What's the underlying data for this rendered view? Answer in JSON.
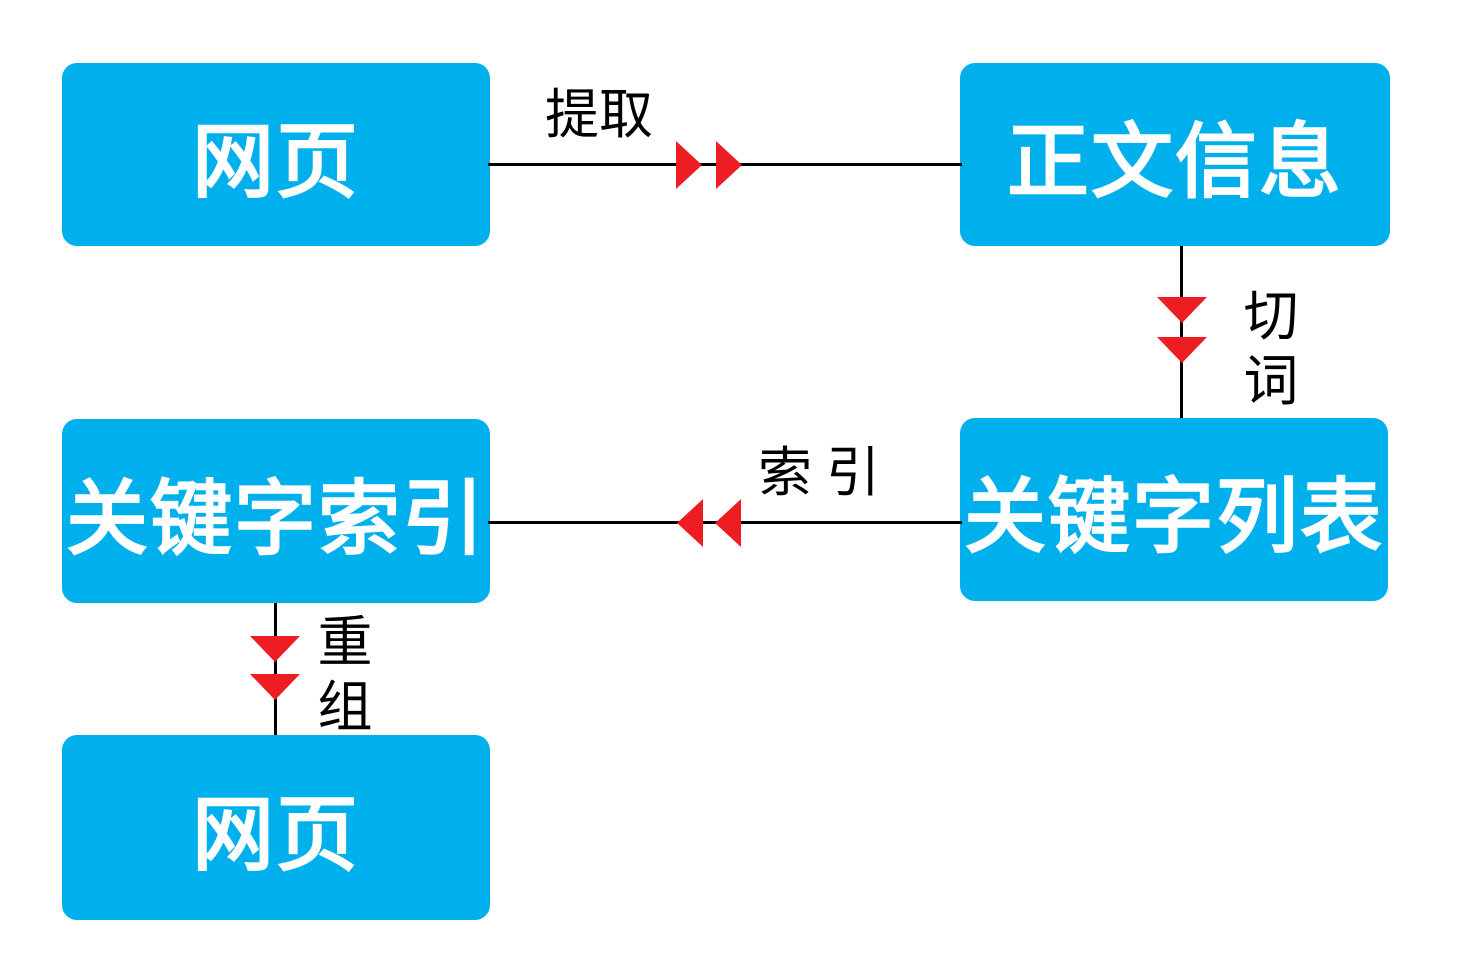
{
  "colors": {
    "background": "#ffffff",
    "node_fill": "#00b0ec",
    "node_text": "#ffffff",
    "arrow": "#ee1c23",
    "line": "#000000"
  },
  "diagram": {
    "description": "Search engine keyword indexing flow",
    "nodes": {
      "webpage_top": {
        "label": "网页"
      },
      "body_info": {
        "label": "正文信息"
      },
      "keyword_list": {
        "label": "关键字列表"
      },
      "keyword_index": {
        "label": "关键字索引"
      },
      "webpage_bottom": {
        "label": "网页"
      }
    },
    "edges": {
      "extract": {
        "label": "提取",
        "from": "网页",
        "to": "正文信息",
        "direction": "right"
      },
      "segment": {
        "label": "切词",
        "from": "正文信息",
        "to": "关键字列表",
        "direction": "down"
      },
      "index": {
        "label": "索引",
        "from": "关键字列表",
        "to": "关键字索引",
        "direction": "left"
      },
      "recompose": {
        "label": "重组",
        "from": "关键字索引",
        "to": "网页",
        "direction": "down"
      }
    }
  }
}
